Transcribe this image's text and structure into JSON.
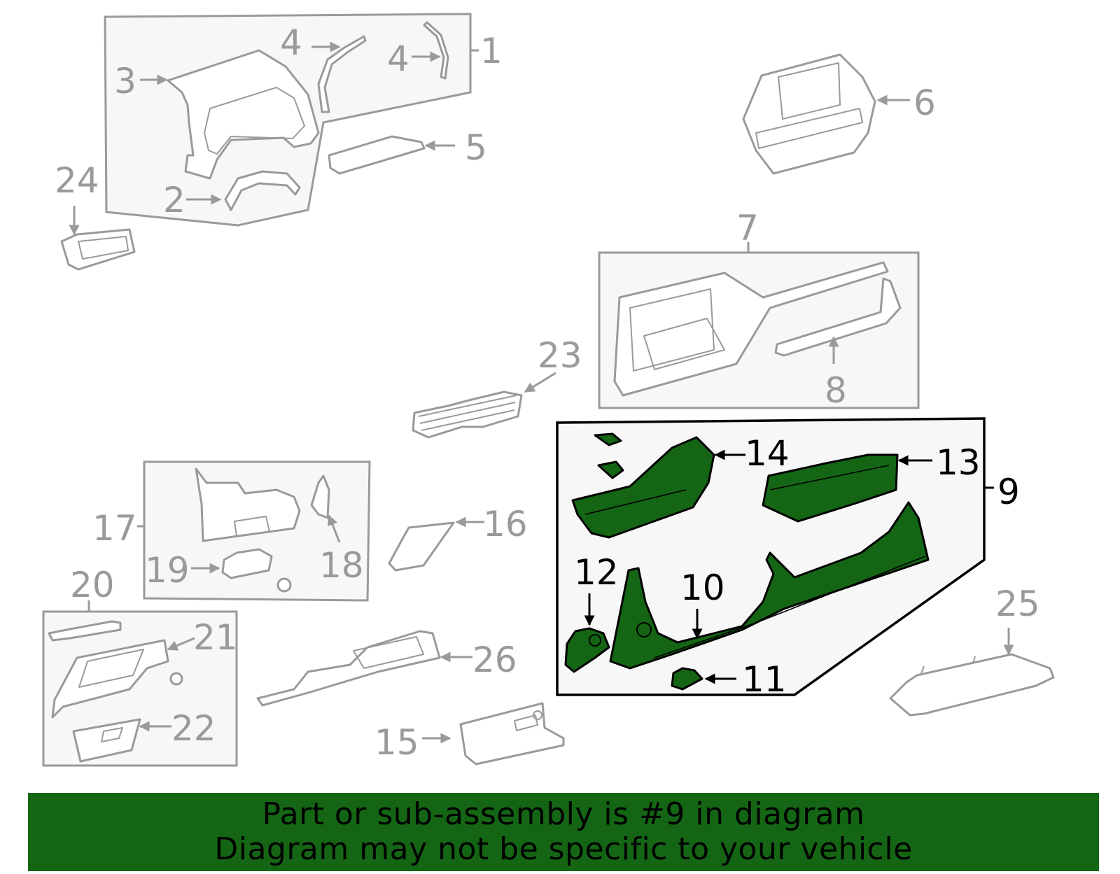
{
  "diagram": {
    "highlighted_part": "9",
    "highlight_color": "#146614",
    "default_line_color": "#9a9a9a",
    "groups": [
      {
        "id": "1",
        "label": "1",
        "children": [
          "2",
          "3",
          "4",
          "4"
        ]
      },
      {
        "id": "7",
        "label": "7",
        "children": [
          "8"
        ]
      },
      {
        "id": "9",
        "label": "9",
        "children": [
          "10",
          "11",
          "12",
          "13",
          "14"
        ],
        "highlighted": true
      },
      {
        "id": "17",
        "label": "17",
        "children": [
          "18",
          "19"
        ]
      },
      {
        "id": "20",
        "label": "20",
        "children": [
          "21",
          "22"
        ]
      }
    ],
    "callouts": {
      "c1": "1",
      "c2": "2",
      "c3": "3",
      "c4a": "4",
      "c4b": "4",
      "c5": "5",
      "c6": "6",
      "c7": "7",
      "c8": "8",
      "c9": "9",
      "c10": "10",
      "c11": "11",
      "c12": "12",
      "c13": "13",
      "c14": "14",
      "c15": "15",
      "c16": "16",
      "c17": "17",
      "c18": "18",
      "c19": "19",
      "c20": "20",
      "c21": "21",
      "c22": "22",
      "c23": "23",
      "c24": "24",
      "c25": "25",
      "c26": "26"
    }
  },
  "banner": {
    "line1": "Part or sub-assembly is #9 in diagram",
    "line2": "Diagram may not be specific to your vehicle",
    "background": "#146614"
  }
}
